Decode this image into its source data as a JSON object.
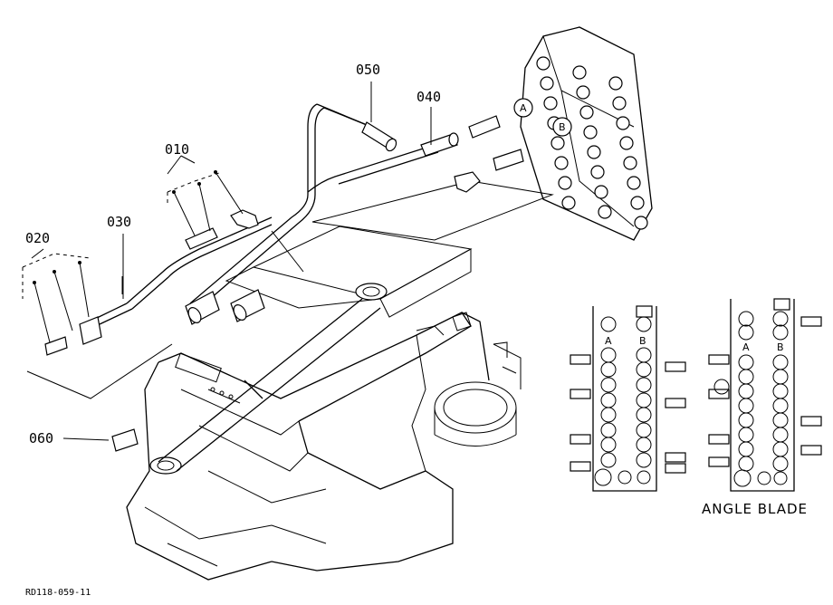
{
  "callouts": {
    "p010": "010",
    "p020": "020",
    "p030": "030",
    "p040": "040",
    "p050": "050",
    "p060": "060"
  },
  "ports": {
    "a": "A",
    "b": "B"
  },
  "inset": {
    "port_a": "A",
    "port_b": "B"
  },
  "inset2": {
    "port_a": "A",
    "port_b": "B",
    "caption": "ANGLE BLADE"
  },
  "figure_code": "RD118-059-11"
}
